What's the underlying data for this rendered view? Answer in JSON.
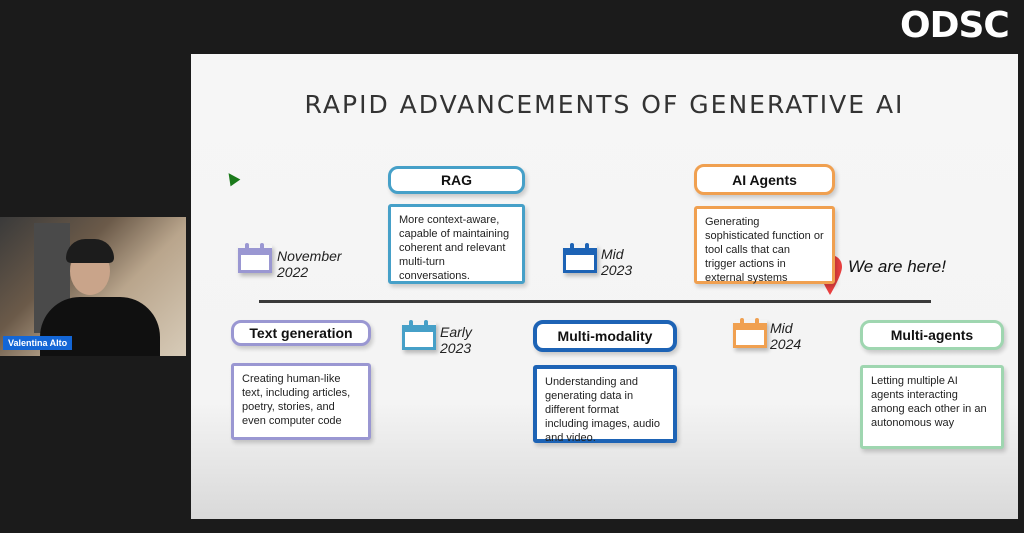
{
  "logo": {
    "text": "ODSC"
  },
  "slide": {
    "title": "RAPID ADVANCEMENTS OF GENERATIVE AI",
    "we_are_here": "We are here!",
    "milestones": [
      {
        "key": "text_generation",
        "label": "Text generation",
        "date": "November 2022",
        "desc": "Creating human-like text, including articles, poetry, stories, and even computer code",
        "color": "#9a97d2"
      },
      {
        "key": "rag",
        "label": "RAG",
        "date": "Early 2023",
        "desc": "More context-aware, capable of maintaining coherent and relevant multi-turn conversations.",
        "color": "#46a0c8"
      },
      {
        "key": "multi_modality",
        "label": "Multi-modality",
        "date": "Mid 2023",
        "desc": "Understanding and generating data in different format including images, audio and video.",
        "color": "#1d63b5"
      },
      {
        "key": "ai_agents",
        "label": "AI Agents",
        "date": "Mid 2024",
        "desc": "Generating sophisticated function or tool calls that can trigger actions in external systems",
        "color": "#f0a050"
      },
      {
        "key": "multi_agents",
        "label": "Multi-agents",
        "date": "",
        "desc": "Letting multiple AI agents interacting among each other in an autonomous way",
        "color": "#9fd6b0"
      }
    ],
    "dates": {
      "nov2022_line1": "November",
      "nov2022_line2": "2022",
      "early2023_line1": "Early",
      "early2023_line2": "2023",
      "mid2023_line1": "Mid",
      "mid2023_line2": "2023",
      "mid2024_line1": "Mid",
      "mid2024_line2": "2024"
    },
    "pin_color": "#e84040"
  },
  "presenter": {
    "name": "Valentina Alto"
  }
}
